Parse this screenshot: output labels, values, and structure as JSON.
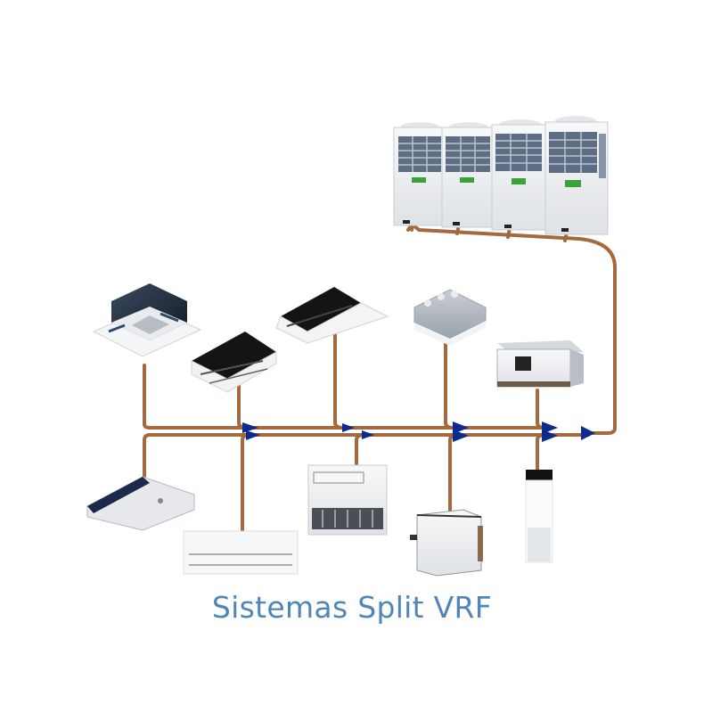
{
  "title": "Sistemas Split VRF",
  "colors": {
    "pipe": "#a4693e",
    "pipe_light": "#c99a70",
    "joint": "#0d2a8c",
    "caption": "#4f86b9",
    "unit_white": "#eef0f2",
    "unit_dark": "#1f2630",
    "vent": "#2e4a6b"
  },
  "outdoor_units": {
    "label": "outdoor-unit-array",
    "count": 4
  },
  "indoor_units": {
    "upper": [
      {
        "type": "4-way-cassette"
      },
      {
        "type": "1-way-cassette"
      },
      {
        "type": "2-way-cassette"
      },
      {
        "type": "ceiling-concealed-duct"
      },
      {
        "type": "high-static-duct"
      }
    ],
    "lower": [
      {
        "type": "ceiling-floor"
      },
      {
        "type": "wall-mounted"
      },
      {
        "type": "floor-standing"
      },
      {
        "type": "floor-concealed"
      },
      {
        "type": "wired-controller"
      }
    ]
  },
  "branch_joints": 6
}
